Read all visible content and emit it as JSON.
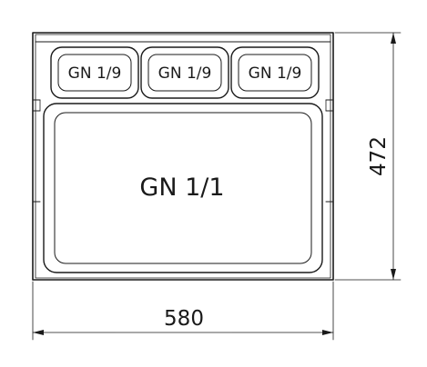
{
  "diagram": {
    "pans_small": [
      {
        "label": "GN 1/9"
      },
      {
        "label": "GN 1/9"
      },
      {
        "label": "GN 1/9"
      }
    ],
    "pan_large": {
      "label": "GN 1/1"
    },
    "dimensions": {
      "width": "580",
      "height": "472"
    }
  }
}
